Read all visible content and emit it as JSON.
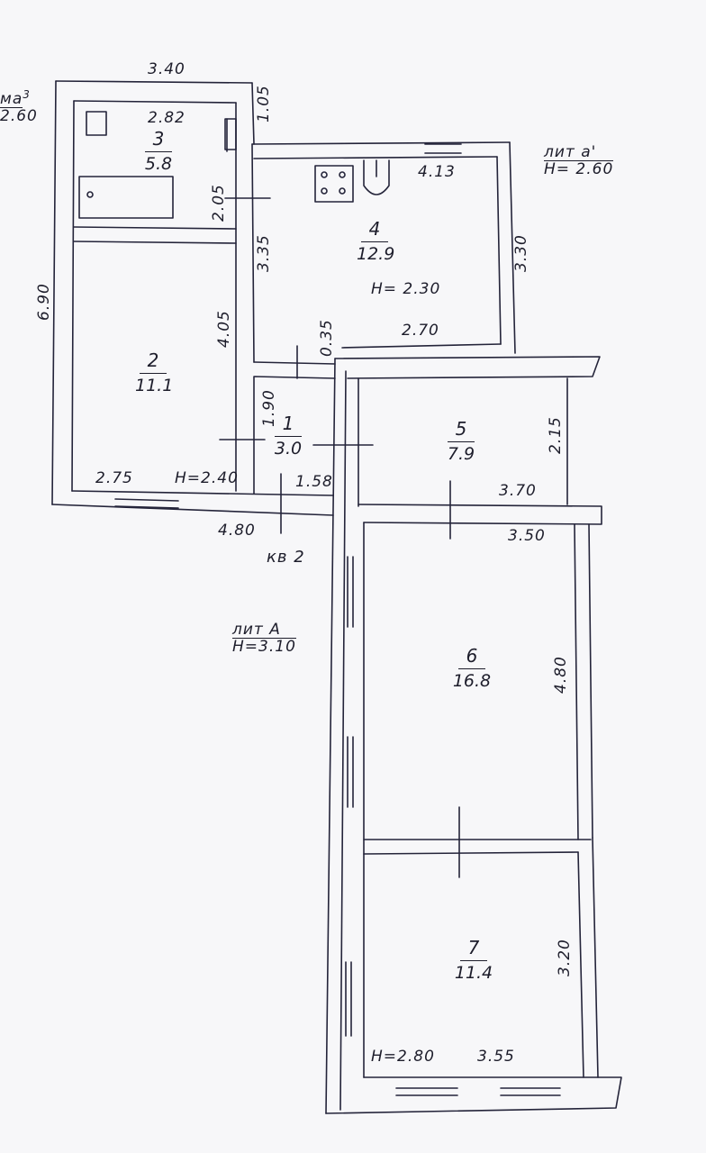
{
  "rooms": [
    {
      "num": "1",
      "area": "3.0"
    },
    {
      "num": "2",
      "area": "11.1"
    },
    {
      "num": "3",
      "area": "5.8"
    },
    {
      "num": "4",
      "area": "12.9"
    },
    {
      "num": "5",
      "area": "7.9"
    },
    {
      "num": "6",
      "area": "16.8"
    },
    {
      "num": "7",
      "area": "11.4"
    }
  ],
  "dims": {
    "d340": "3.40",
    "d105": "1.05",
    "d282": "2.82",
    "d205": "2.05",
    "d690": "6.90",
    "d405": "4.05",
    "d335": "3.35",
    "d413": "4.13",
    "d330": "3.30",
    "d035": "0.35",
    "d270": "2.70",
    "d190": "1.90",
    "d275": "2.75",
    "d158": "1.58",
    "d480a": "4.80",
    "d215": "2.15",
    "d370": "3.70",
    "d350": "3.50",
    "d480b": "4.80",
    "d320": "3.20",
    "d355": "3.55"
  },
  "heights": {
    "h230": "H= 2.30",
    "h240": "H=2.40",
    "h260": "H= 2.60",
    "h310": "H=3.10",
    "h280": "H=2.80"
  },
  "labels": {
    "lit_a1": "лит а'",
    "lit_a3_frag": "ма",
    "lit_a3_sup": "3",
    "lit_a3_h": "2.60",
    "lit_A": "лит А",
    "apartment": "кв 2"
  }
}
